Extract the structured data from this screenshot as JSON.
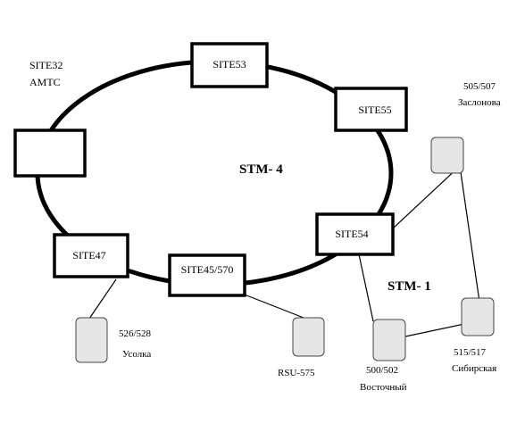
{
  "diagram": {
    "colors": {
      "line": "#000000",
      "site_fill": "#ffffff",
      "rsu_fill": "#e6e6e6",
      "rsu_stroke": "#444444"
    },
    "ring_labels": {
      "stm4": "STM- 4",
      "stm1": "STM- 1"
    },
    "sites": {
      "site32": {
        "name": "SITE32",
        "subtitle": "АМТС"
      },
      "site53": {
        "name": "SITE53"
      },
      "site55": {
        "name": "SITE55"
      },
      "site54": {
        "name": "SITE54"
      },
      "site4570": {
        "name": "SITE45/570"
      },
      "site47": {
        "name": "SITE47"
      }
    },
    "rsus": {
      "zaslonova": {
        "id": "505/507",
        "name": "Заслонова"
      },
      "sibirskaya": {
        "id": "515/517",
        "name": "Сибирская"
      },
      "vostochny": {
        "id": "500/502",
        "name": "Восточный"
      },
      "rsu575": {
        "id": "RSU-575"
      },
      "usolka": {
        "id": "526/528",
        "name": "Усолка"
      }
    }
  }
}
